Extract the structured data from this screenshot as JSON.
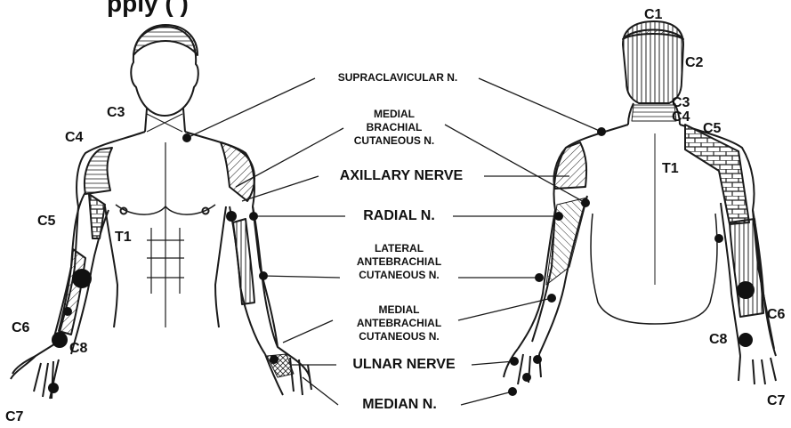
{
  "title_fragment": "pply (   )",
  "colors": {
    "ink": "#1a1a1a",
    "marker": "#111111",
    "skin": "#ffffff"
  },
  "left_segments": {
    "c3": "C3",
    "c4": "C4",
    "c5": "C5",
    "t1": "T1",
    "c6": "C6",
    "c8": "C8",
    "c7": "C7"
  },
  "right_segments": {
    "c1": "C1",
    "c2": "C2",
    "c3": "C3",
    "c4": "C4",
    "c5": "C5",
    "t1": "T1",
    "c6": "C6",
    "c8": "C8",
    "c7": "C7"
  },
  "nerves": {
    "supraclavicular": "SUPRACLAVICULAR N.",
    "medial_brachial_1": "MEDIAL",
    "medial_brachial_2": "BRACHIAL",
    "medial_brachial_3": "CUTANEOUS N.",
    "axillary": "AXILLARY NERVE",
    "radial": "RADIAL N.",
    "lateral_ante_1": "LATERAL",
    "lateral_ante_2": "ANTEBRACHIAL",
    "lateral_ante_3": "CUTANEOUS N.",
    "medial_ante_1": "MEDIAL",
    "medial_ante_2": "ANTEBRACHIAL",
    "medial_ante_3": "CUTANEOUS N.",
    "ulnar": "ULNAR NERVE",
    "median": "MEDIAN N."
  }
}
